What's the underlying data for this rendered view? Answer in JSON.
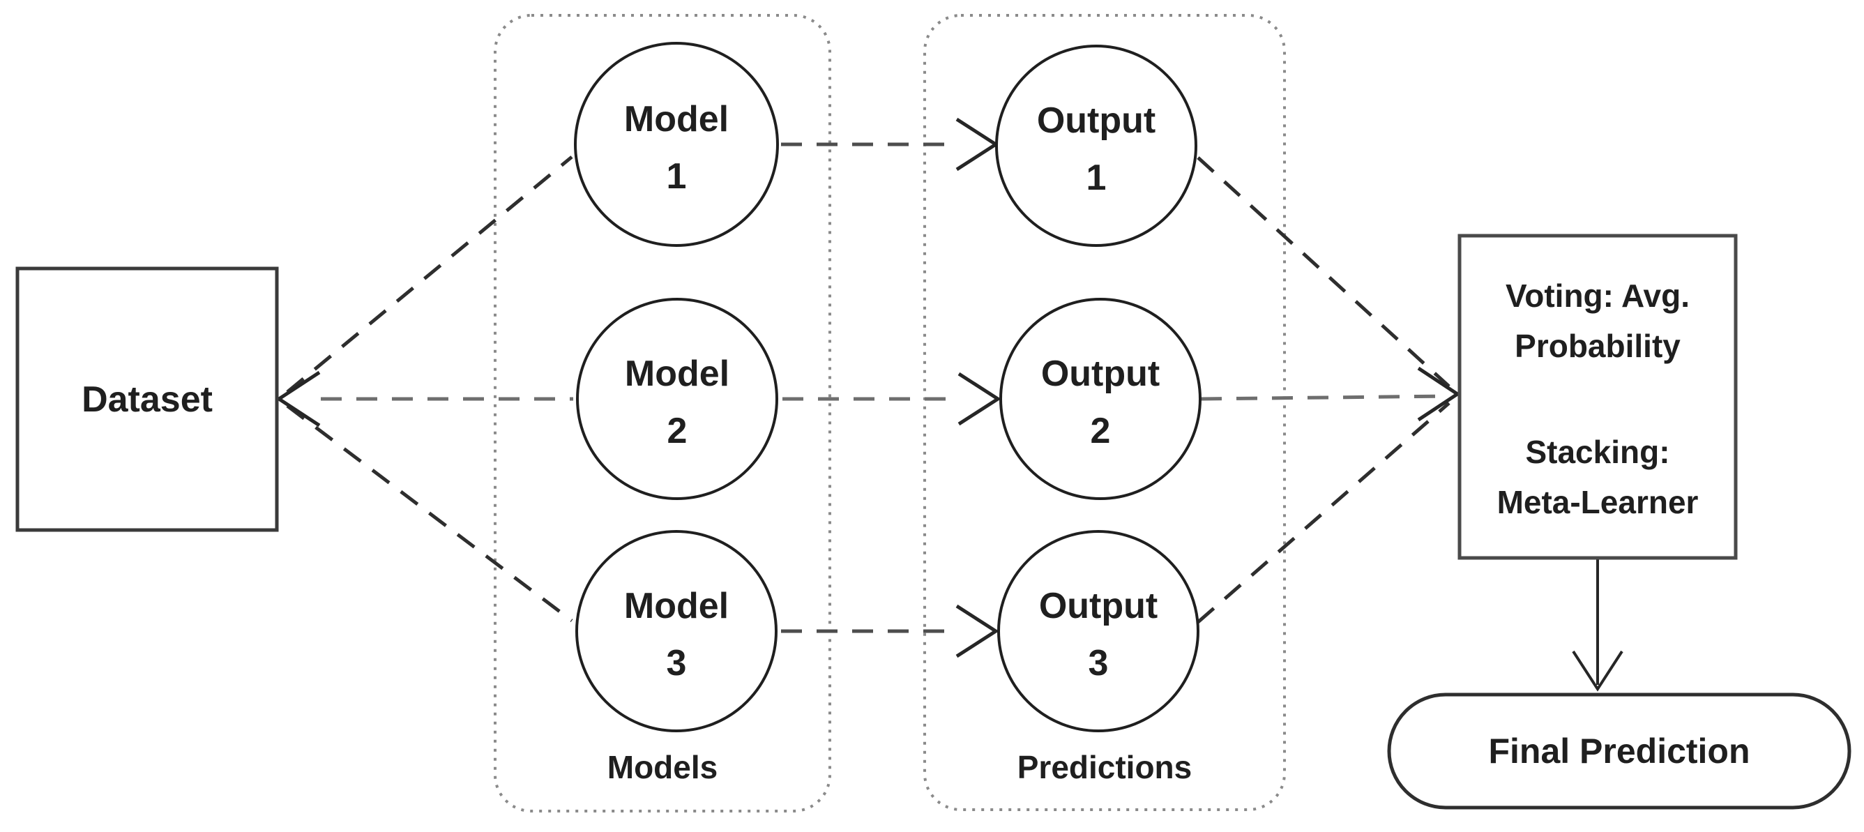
{
  "diagram": {
    "dataset": {
      "label": "Dataset"
    },
    "models_group": {
      "label": "Models",
      "nodes": [
        {
          "line1": "Model",
          "line2": "1"
        },
        {
          "line1": "Model",
          "line2": "2"
        },
        {
          "line1": "Model",
          "line2": "3"
        }
      ]
    },
    "predictions_group": {
      "label": "Predictions",
      "nodes": [
        {
          "line1": "Output",
          "line2": "1"
        },
        {
          "line1": "Output",
          "line2": "2"
        },
        {
          "line1": "Output",
          "line2": "3"
        }
      ]
    },
    "combiner": {
      "line1": "Voting: Avg.",
      "line2": "Probability",
      "line3": "Stacking:",
      "line4": "Meta-Learner"
    },
    "final": {
      "label": "Final Prediction"
    },
    "colors": {
      "node_stroke": "#1f1f1f",
      "box_stroke": "#3a3a3a",
      "container_dotted_border": "#8a8a8a",
      "dash_dark": "#2e2e2e",
      "dash_gray": "#6e6e6e",
      "text": "#1f1f1f",
      "background": "#ffffff"
    }
  }
}
